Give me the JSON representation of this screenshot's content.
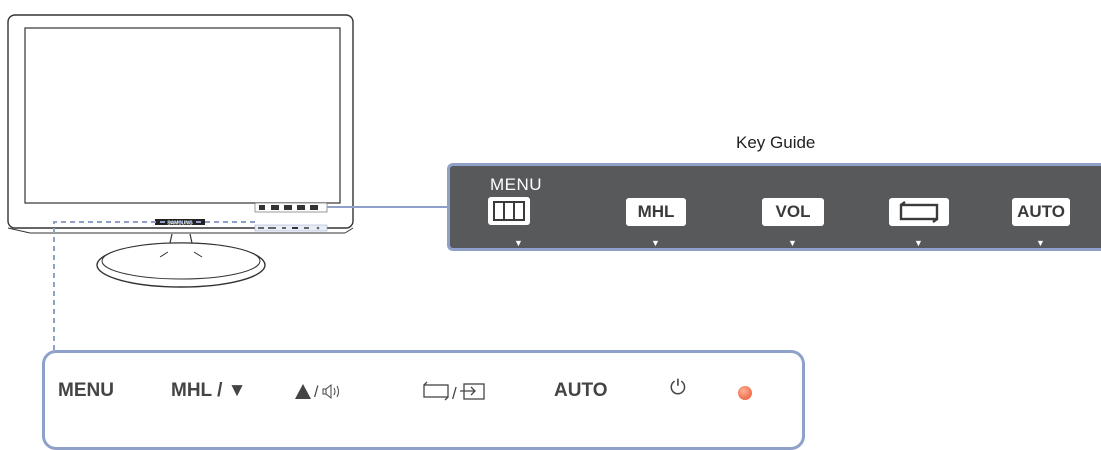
{
  "monitor": {
    "brand_label": "SAMSUNG"
  },
  "key_guide": {
    "title": "Key Guide",
    "menu_label": "MENU",
    "keys": [
      "MHL",
      "VOL",
      "AUTO"
    ]
  },
  "control_panel": {
    "menu_label": "MENU",
    "mhl_label": "MHL / ▼",
    "auto_label": "AUTO",
    "power_symbol": "⏻",
    "led_color": "#f27754"
  },
  "colors": {
    "guide_bar": "#58595b",
    "callout_border": "#8fa1c8",
    "led": "#f27754"
  }
}
